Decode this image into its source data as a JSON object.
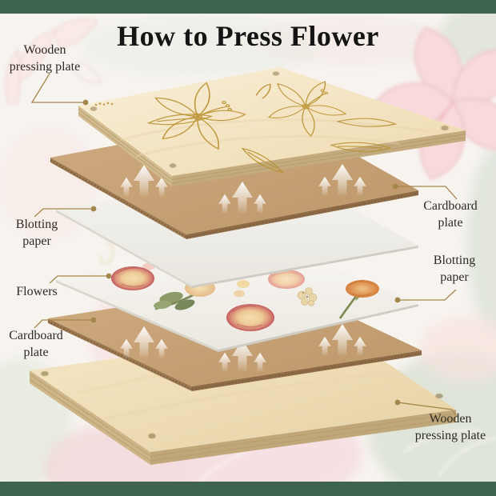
{
  "title": "How to Press Flower",
  "labels": {
    "wooden_top": [
      "Wooden",
      "pressing plate"
    ],
    "cardboard_right": [
      "Cardboard",
      "plate"
    ],
    "blotting_left": [
      "Blotting",
      "paper"
    ],
    "flowers": [
      "Flowers"
    ],
    "cardboard_left": [
      "Cardboard",
      "plate"
    ],
    "blotting_right": [
      "Blotting",
      "paper"
    ],
    "wooden_bottom": [
      "Wooden",
      "pressing plate"
    ]
  },
  "stack_order_top_to_bottom": [
    "Wooden pressing plate",
    "Cardboard plate",
    "Blotting paper",
    "Flowers",
    "Blotting paper",
    "Cardboard plate",
    "Wooden pressing plate"
  ],
  "icons": {
    "press_arrows": "up-arrows (pressing direction, three per cardboard plate)",
    "leader_dot": "gold callout dot"
  },
  "colors": {
    "banner_green": "#3e644e",
    "background": "#f7f4f0",
    "wood": "#f2e2bd",
    "wood_edge": "#c9b187",
    "cardboard": "#c7a274",
    "paper": "#f4f2ed",
    "leader_gold": "#a3874a",
    "engraving_gold": "#b8902f",
    "label_text": "#2e2a24",
    "title_text": "#151515"
  }
}
